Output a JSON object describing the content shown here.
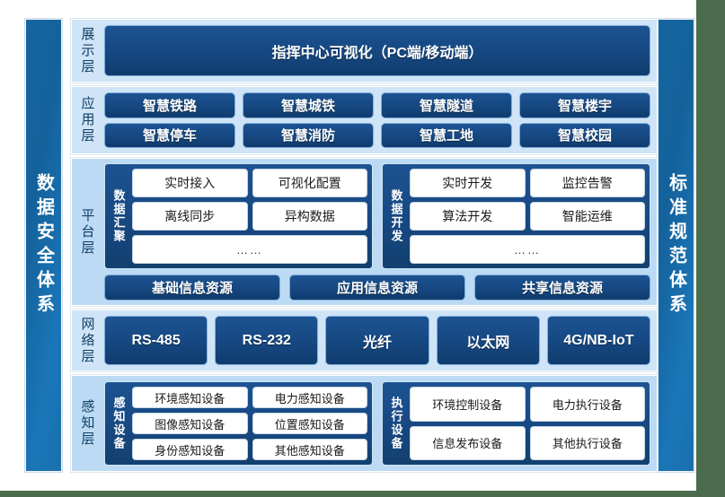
{
  "colors": {
    "page_background": "#4a6c4c",
    "canvas": "#ffffff",
    "pillar_blue": "#1565a0",
    "band_light": "#cfe4f7",
    "band_light_alt": "#bcdaf4",
    "box_dark_blue": "#174a84",
    "box_white": "#ffffff"
  },
  "pillars": {
    "left": "数据安全体系",
    "right": "标准规范体系"
  },
  "layers": {
    "display": {
      "label": "展示层",
      "banner": "指挥中心可视化（PC端/移动端）"
    },
    "application": {
      "label": "应用层",
      "items": [
        "智慧铁路",
        "智慧城铁",
        "智慧隧道",
        "智慧楼宇",
        "智慧停车",
        "智慧消防",
        "智慧工地",
        "智慧校园"
      ]
    },
    "platform": {
      "label": "平台层",
      "groups": [
        {
          "title": "数据汇聚",
          "cells": [
            "实时接入",
            "可视化配置",
            "离线同步",
            "异构数据"
          ],
          "more": "……"
        },
        {
          "title": "数据开发",
          "cells": [
            "实时开发",
            "监控告警",
            "算法开发",
            "智能运维"
          ],
          "more": "……"
        }
      ],
      "resources": [
        "基础信息资源",
        "应用信息资源",
        "共享信息资源"
      ]
    },
    "network": {
      "label": "网络层",
      "items": [
        "RS-485",
        "RS-232",
        "光纤",
        "以太网",
        "4G/NB-IoT"
      ]
    },
    "sensing": {
      "label": "感知层",
      "groups": [
        {
          "title": "感知设备",
          "cells": [
            "环境感知设备",
            "电力感知设备",
            "图像感知设备",
            "位置感知设备",
            "身份感知设备",
            "其他感知设备"
          ]
        },
        {
          "title": "执行设备",
          "cells": [
            "环境控制设备",
            "电力执行设备",
            "信息发布设备",
            "其他执行设备"
          ]
        }
      ]
    }
  }
}
